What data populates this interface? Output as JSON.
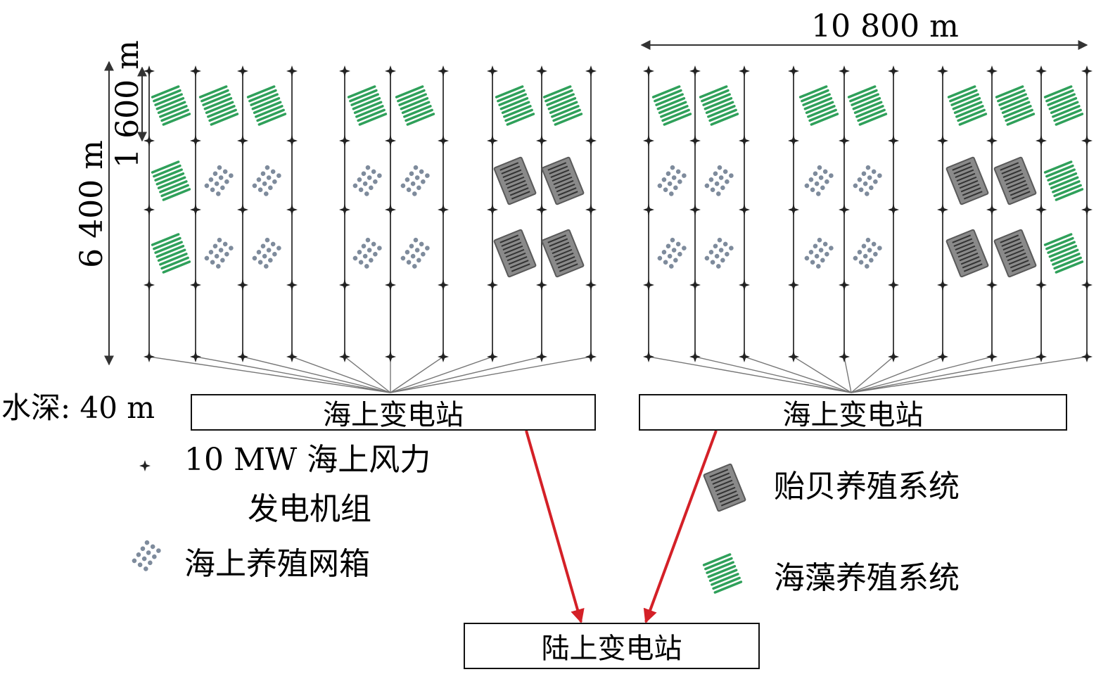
{
  "dimensions": {
    "width_label": "10 800 m",
    "height_label": "6 400 m",
    "spacing_label": "1 600 m",
    "water_depth_label": "水深: 40 m"
  },
  "stations": {
    "offshore_left": "海上变电站",
    "offshore_right": "海上变电站",
    "onshore": "陆上变电站"
  },
  "legend": {
    "turbine_line1": "10 MW 海上风力",
    "turbine_line2": "发电机组",
    "cage": "海上养殖网箱",
    "mussel": "贻贝养殖系统",
    "seaweed": "海藻养殖系统"
  },
  "colors": {
    "station_fill": "#cbd11f",
    "seaweed": "#2fa05a",
    "mussel": "#6e6e6e",
    "cage_dot": "#7e8b9c",
    "connector": "#d42027",
    "cable": "#444444"
  },
  "layout_grid": {
    "left_farm": {
      "row1": [
        "seaweed",
        "seaweed",
        "seaweed",
        "seaweed",
        "seaweed",
        "seaweed",
        "seaweed"
      ],
      "row2": [
        "seaweed",
        "cage",
        "cage",
        "cage",
        "cage",
        "mussel",
        "mussel"
      ],
      "row3": [
        "seaweed",
        "cage",
        "cage",
        "cage",
        "cage",
        "mussel",
        "mussel"
      ]
    },
    "right_farm": {
      "row1": [
        "seaweed",
        "seaweed",
        "seaweed",
        "seaweed",
        "seaweed",
        "seaweed",
        "seaweed"
      ],
      "row2": [
        "cage",
        "cage",
        "cage",
        "cage",
        "mussel",
        "mussel",
        "seaweed"
      ],
      "row3": [
        "cage",
        "cage",
        "cage",
        "cage",
        "mussel",
        "mussel",
        "seaweed"
      ]
    }
  }
}
